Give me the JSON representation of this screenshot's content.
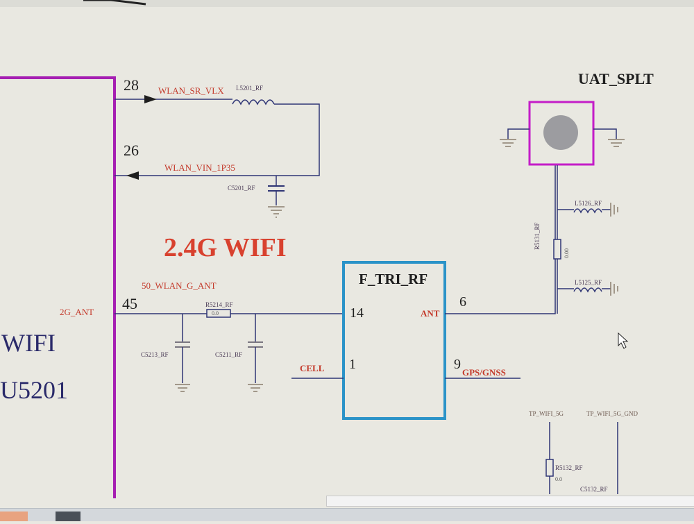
{
  "heading": "2.4G WIFI",
  "main_ic": {
    "label1": "WIFI",
    "label2": "U5201"
  },
  "filter": {
    "name": "F_TRI_RF",
    "pin_in": "14",
    "pin_cell": "1",
    "pin_ant": "6",
    "pin_gps": "9",
    "ant_label": "ANT"
  },
  "splitter": {
    "name": "UAT_SPLT"
  },
  "pins": {
    "p28": "28",
    "p26": "26",
    "p45": "45"
  },
  "nets": {
    "wlan_sr_vlx": "WLAN_SR_VLX",
    "wlan_vin": "WLAN_VIN_1P35",
    "wlan_g_ant": "50_WLAN_G_ANT",
    "g2_ant": "2G_ANT",
    "cell": "CELL",
    "gps": "GPS/GNSS",
    "tp_wifi_5g": "TP_WIFI_5G",
    "tp_wifi_5g_gnd": "TP_WIFI_5G_GND"
  },
  "components": {
    "l5201": "L5201_RF",
    "c5201": "C5201_RF",
    "r5214": "R5214_RF",
    "r5214_val": "0.0",
    "c5213": "C5213_RF",
    "c5211": "C5211_RF",
    "l5126": "L5126_RF",
    "l5125": "L5125_RF",
    "r5131": "R5131_RF",
    "r5131_val": "0.00",
    "r5132": "R5132_RF",
    "r5132_val": "0.0",
    "c5132": "C5132_RF"
  },
  "colors": {
    "ic_outline": "#a51fb2",
    "filter_outline": "#2b93c8",
    "splitter_outline": "#c41dc8",
    "wire": "#2f3575",
    "net_text": "#c43a2b",
    "gnd": "#8a7d6d"
  }
}
